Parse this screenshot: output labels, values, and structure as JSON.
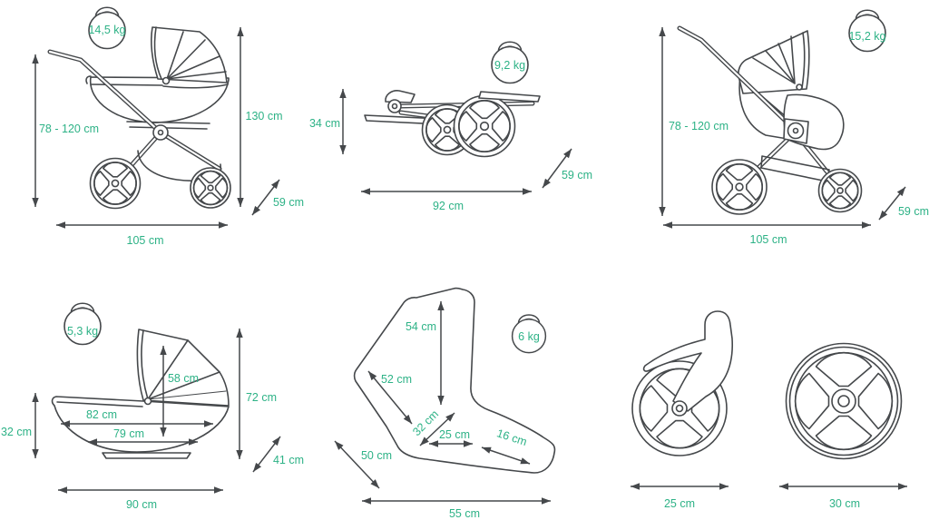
{
  "colors": {
    "accent_text": "#2db286",
    "line": "#45484b",
    "background": "#ffffff"
  },
  "units": "cm",
  "diagrams": {
    "stroller_with_carrycot": {
      "weight": "14,5 kg",
      "handle_height": "78 - 120 cm",
      "total_height": "130 cm",
      "width": "59 cm",
      "length": "105 cm"
    },
    "folded_chassis": {
      "weight": "9,2 kg",
      "folded_height": "34 cm",
      "width": "59 cm",
      "length": "92 cm"
    },
    "stroller_with_seat": {
      "weight": "15,2 kg",
      "handle_height": "78 - 120 cm",
      "width": "59 cm",
      "length": "105 cm"
    },
    "carrycot": {
      "weight": "5,3 kg",
      "inner_depth": "58 cm",
      "inner_length": "82 cm",
      "mattress_length": "79 cm",
      "shell_height": "32 cm",
      "total_height": "72 cm",
      "width": "41 cm",
      "length": "90 cm"
    },
    "car_seat": {
      "weight": "6 kg",
      "height": "54 cm",
      "back_length": "52 cm",
      "seat_depth": "32 cm",
      "seat_width": "25 cm",
      "foot_length": "16 cm",
      "width": "50 cm",
      "length": "55 cm"
    },
    "wheels": {
      "front_wheel_diameter": "25 cm",
      "rear_wheel_diameter": "30 cm"
    }
  }
}
